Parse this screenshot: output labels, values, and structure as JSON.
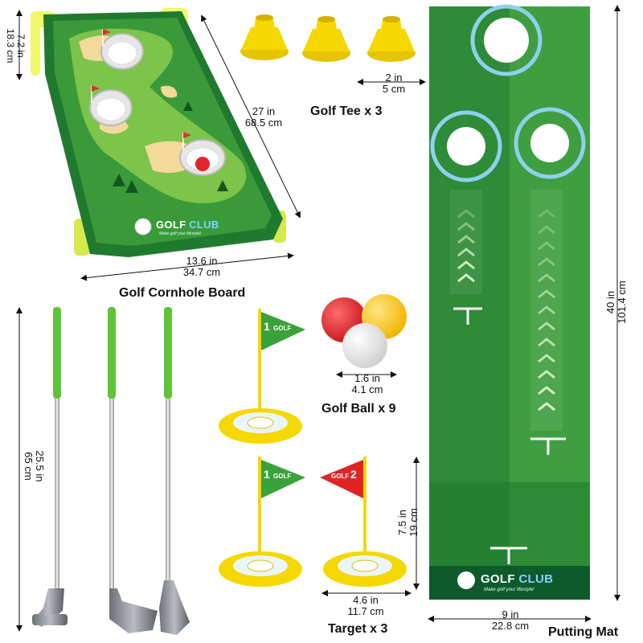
{
  "products": {
    "cornhole": {
      "caption": "Golf Cornhole Board",
      "height_in": "7.2 in",
      "height_cm": "18.3 cm",
      "diag_in": "27 in",
      "diag_cm": "68.5 cm",
      "width_in": "13.6 in",
      "width_cm": "34.7 cm",
      "brand_word1": "GOLF",
      "brand_word2": "CLUB",
      "tagline": "Make golf your lifestyle!"
    },
    "tee": {
      "caption": "Golf Tee x 3",
      "size_in": "2 in",
      "size_cm": "5 cm"
    },
    "ball": {
      "caption": "Golf Ball x 9",
      "size_in": "1.6 in",
      "size_cm": "4.1 cm"
    },
    "club": {
      "length_in": "25.5 in",
      "length_cm": "65 cm"
    },
    "target": {
      "caption": "Target x 3",
      "height_in": "7.5 in",
      "height_cm": "19 cm",
      "width_in": "4.6 in",
      "width_cm": "11.7 cm",
      "flag1_num": "1",
      "flag1_word": "GOLF",
      "flag2_num": "2",
      "flag2_word": "GOLF"
    },
    "mat": {
      "caption": "Putting Mat",
      "length_in": "40 in",
      "length_cm": "101.4 cm",
      "width_in": "9 in",
      "width_cm": "22.8 cm",
      "brand_word1": "GOLF",
      "brand_word2": "CLUB",
      "tagline": "Make golf your lifestyle!"
    }
  },
  "colors": {
    "grass_dark": "#1f7a2e",
    "grass_light": "#6cc04a",
    "tee_yellow": "#f5d800",
    "ring_blue": "#8fd0ef",
    "ball_red": "#e2262a",
    "ball_yellow": "#f7c51e",
    "shaft": "#c9c9c9"
  }
}
